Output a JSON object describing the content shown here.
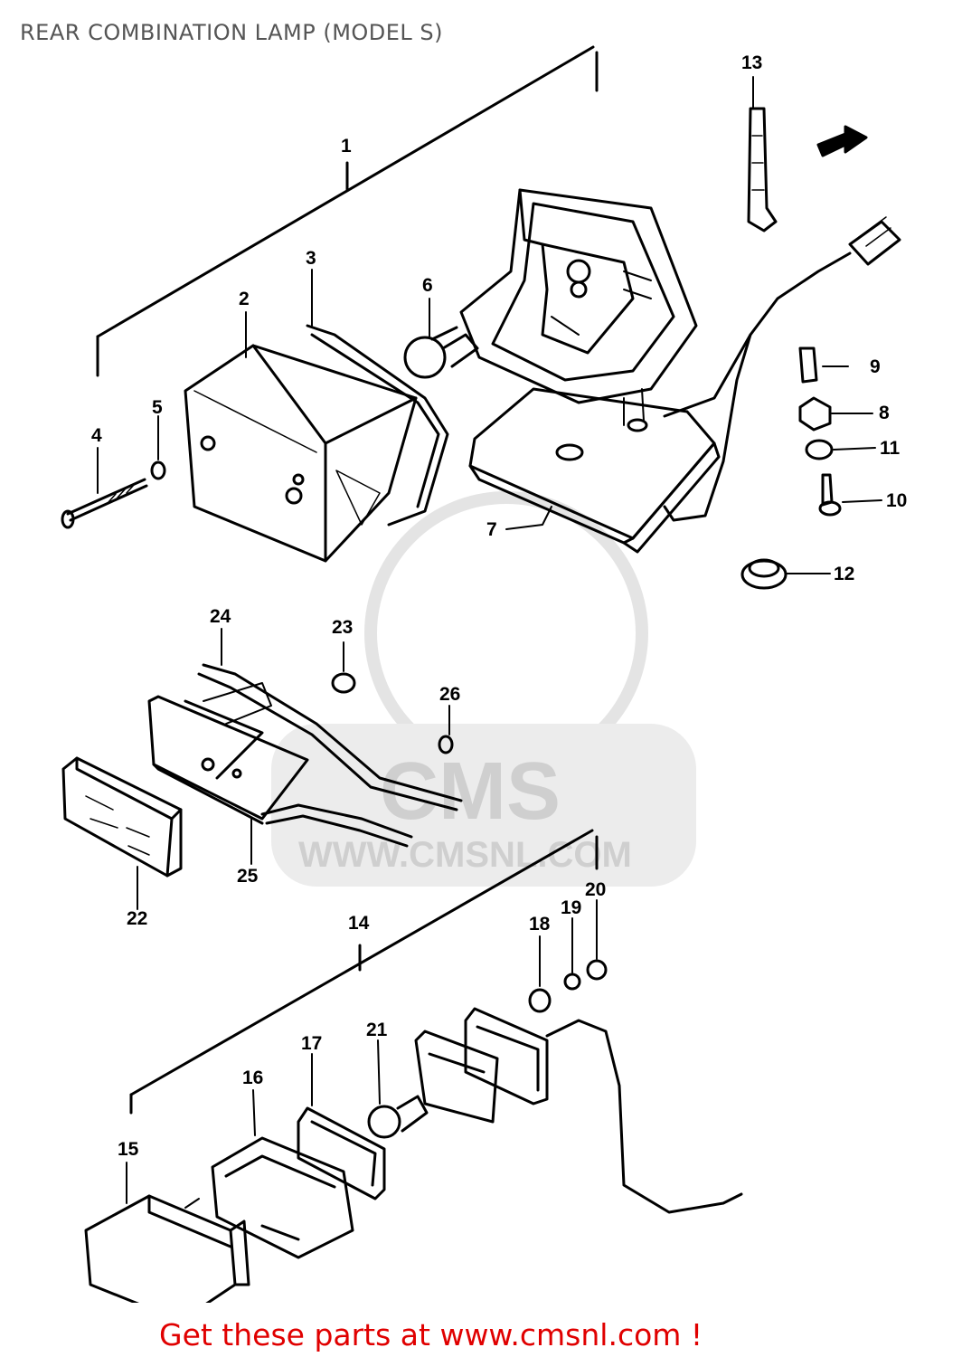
{
  "title": "REAR COMBINATION LAMP (MODEL S)",
  "footer": "Get these parts at www.cmsnl.com !",
  "watermark": {
    "brand": "CMS",
    "url": "WWW.CMSNL.COM"
  },
  "callouts": {
    "c1": "1",
    "c2": "2",
    "c3": "3",
    "c4": "4",
    "c5": "5",
    "c6": "6",
    "c7": "7",
    "c8": "8",
    "c9": "9",
    "c10": "10",
    "c11": "11",
    "c12": "12",
    "c13": "13",
    "c14": "14",
    "c15": "15",
    "c16": "16",
    "c17": "17",
    "c18": "18",
    "c19": "19",
    "c20": "20",
    "c21": "21",
    "c22": "22",
    "c23": "23",
    "c24": "24",
    "c25": "25",
    "c26": "26"
  },
  "colors": {
    "title": "#555555",
    "footer": "#e00000",
    "line": "#000000",
    "watermark": "#d8d8d8"
  }
}
